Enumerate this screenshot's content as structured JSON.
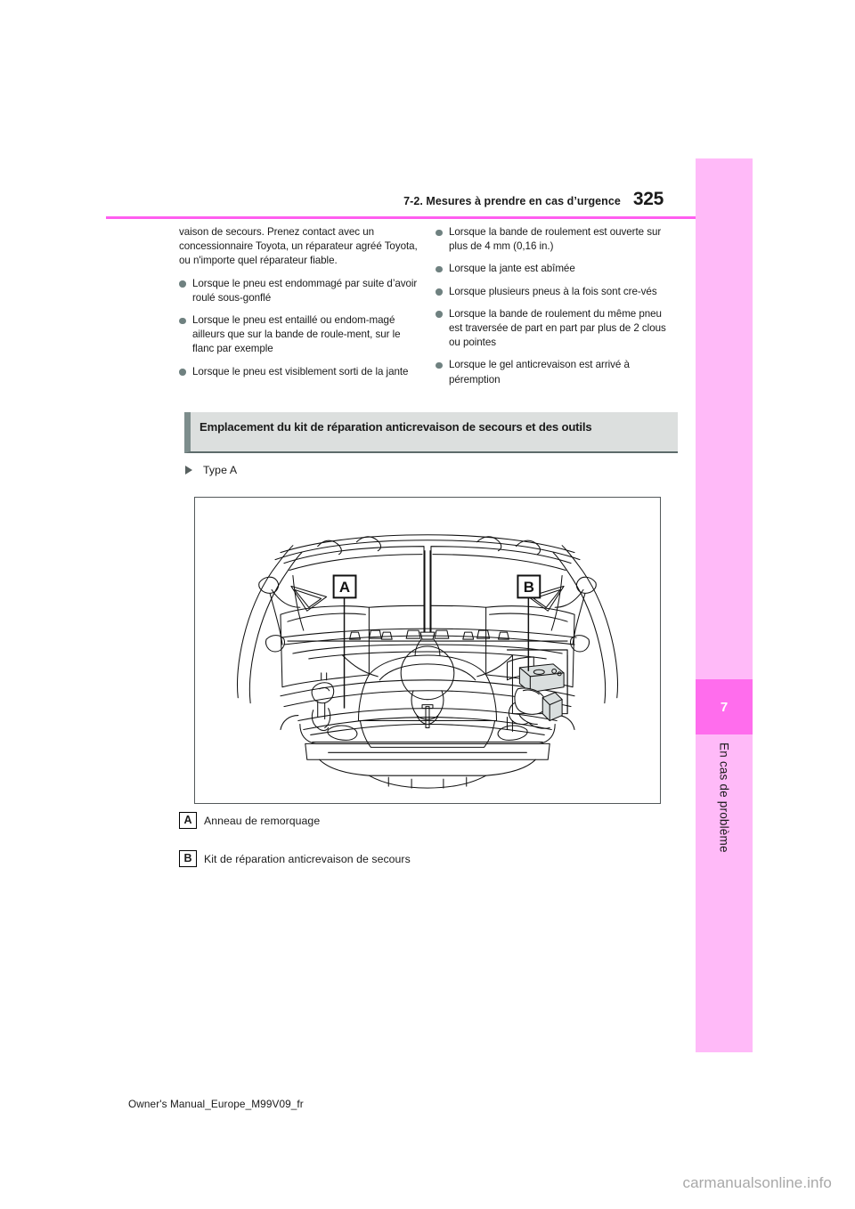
{
  "header": {
    "section_title": "7-2. Mesures à prendre en cas d’urgence",
    "page_number": "325"
  },
  "sidetab": {
    "chapter_number": "7",
    "chapter_label": "En cas de problème",
    "color": "#ffbaf8",
    "accent_color": "#ff6ded"
  },
  "rule_color": "#ff5ef0",
  "body": {
    "left_column": {
      "paragraph": "vaison de secours. Prenez contact avec un concessionnaire Toyota, un réparateur agréé Toyota, ou n'importe quel réparateur fiable.",
      "bullets": [
        "Lorsque le pneu est endommagé par suite d’avoir roulé sous-gonflé",
        "Lorsque le pneu est entaillé ou endom-magé ailleurs que sur la bande de roule-ment, sur le flanc par exemple",
        "Lorsque le pneu est visiblement sorti de la jante"
      ]
    },
    "right_column": {
      "bullets": [
        "Lorsque la bande de roulement est ouverte sur plus de 4 mm (0,16 in.)",
        "Lorsque la jante est abîmée",
        "Lorsque plusieurs pneus à la fois sont cre-vés",
        "Lorsque la bande de roulement du même pneu est traversée de part en part par plus de 2 clous ou pointes",
        "Lorsque le gel anticrevaison est arrivé à péremption"
      ]
    }
  },
  "section_heading": "Emplacement du kit de réparation anticrevaison de secours et des outils",
  "type_marker": {
    "label": "Type A"
  },
  "figure": {
    "callout_a": "A",
    "callout_b": "B"
  },
  "captions": [
    {
      "key": "A",
      "text": "Anneau de remorquage"
    },
    {
      "key": "B",
      "text": "Kit de réparation anticrevaison de secours"
    }
  ],
  "footer": "Owner's Manual_Europe_M99V09_fr",
  "watermark": "carmanualsonline.info"
}
